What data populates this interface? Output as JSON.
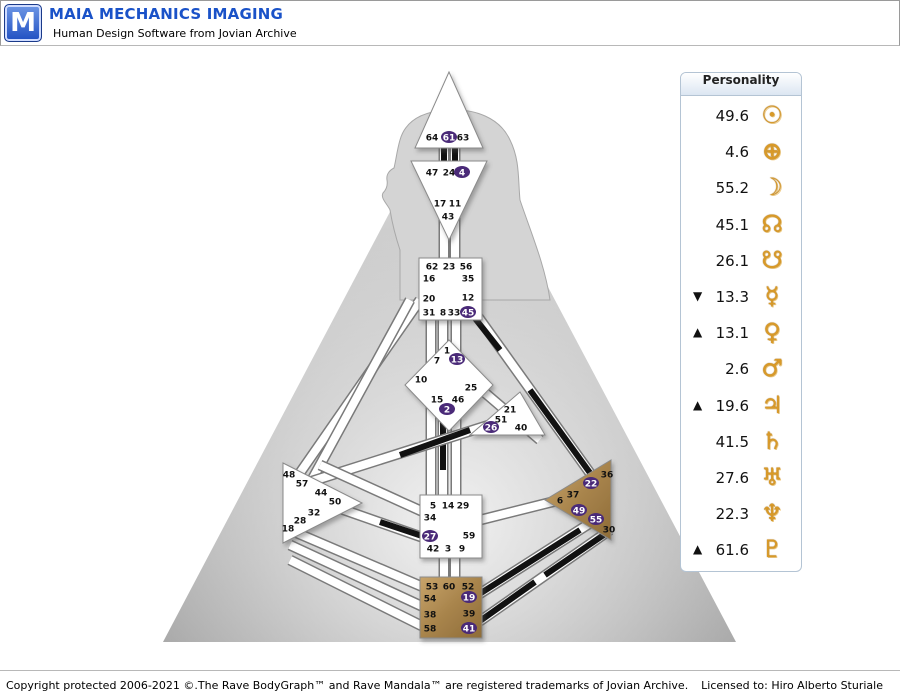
{
  "app": {
    "logo_letter": "M",
    "title": "MAIA MECHANICS IMAGING",
    "subtitle": "Human Design Software from Jovian Archive"
  },
  "footer": {
    "copyright": "Copyright protected 2006-2021 ©.The Rave BodyGraph™ and Rave Mandala™ are registered trademarks of Jovian Archive.",
    "licensed": "Licensed to: Hiro Alberto Sturiale"
  },
  "personality": {
    "title": "Personality",
    "rows": [
      {
        "arrow": "",
        "value": "49.6",
        "icon": "sun-icon",
        "glyph": "☉"
      },
      {
        "arrow": "",
        "value": "4.6",
        "icon": "earth-icon",
        "glyph": "⊕"
      },
      {
        "arrow": "",
        "value": "55.2",
        "icon": "moon-icon",
        "glyph": "☽"
      },
      {
        "arrow": "",
        "value": "45.1",
        "icon": "north-node-icon",
        "glyph": "☊"
      },
      {
        "arrow": "",
        "value": "26.1",
        "icon": "south-node-icon",
        "glyph": "☋"
      },
      {
        "arrow": "▼",
        "value": "13.3",
        "icon": "mercury-icon",
        "glyph": "☿"
      },
      {
        "arrow": "▲",
        "value": "13.1",
        "icon": "venus-icon",
        "glyph": "♀"
      },
      {
        "arrow": "",
        "value": "2.6",
        "icon": "mars-icon",
        "glyph": "♂"
      },
      {
        "arrow": "▲",
        "value": "19.6",
        "icon": "jupiter-icon",
        "glyph": "♃"
      },
      {
        "arrow": "",
        "value": "41.5",
        "icon": "saturn-icon",
        "glyph": "♄"
      },
      {
        "arrow": "",
        "value": "27.6",
        "icon": "uranus-icon",
        "glyph": "♅"
      },
      {
        "arrow": "",
        "value": "22.3",
        "icon": "neptune-icon",
        "glyph": "♆"
      },
      {
        "arrow": "▲",
        "value": "61.6",
        "icon": "pluto-icon",
        "glyph": "♇"
      }
    ]
  },
  "bodygraph": {
    "colors": {
      "defined_center": "#a8844c",
      "active_gate": "#4a2a78",
      "channel_active": "#111111",
      "center": "#ffffff"
    },
    "centers": [
      {
        "id": "head",
        "gates": [
          "64",
          "61",
          "63"
        ],
        "active": [
          "61"
        ],
        "defined": false
      },
      {
        "id": "ajna",
        "gates": [
          "47",
          "24",
          "4",
          "17",
          "11",
          "43"
        ],
        "active": [
          "4"
        ],
        "defined": false
      },
      {
        "id": "throat",
        "gates": [
          "62",
          "23",
          "56",
          "16",
          "35",
          "20",
          "12",
          "31",
          "8",
          "33",
          "45"
        ],
        "active": [
          "45"
        ],
        "defined": false
      },
      {
        "id": "g-center",
        "gates": [
          "1",
          "7",
          "13",
          "10",
          "25",
          "15",
          "46",
          "2"
        ],
        "active": [
          "13",
          "2"
        ],
        "defined": false
      },
      {
        "id": "heart",
        "gates": [
          "21",
          "51",
          "26",
          "40"
        ],
        "active": [
          "26"
        ],
        "defined": false
      },
      {
        "id": "spleen",
        "gates": [
          "48",
          "57",
          "44",
          "50",
          "32",
          "28",
          "18"
        ],
        "active": [],
        "defined": false
      },
      {
        "id": "sacral",
        "gates": [
          "5",
          "14",
          "29",
          "34",
          "27",
          "59",
          "42",
          "3",
          "9"
        ],
        "active": [
          "27"
        ],
        "defined": false
      },
      {
        "id": "solar-plexus",
        "gates": [
          "36",
          "22",
          "37",
          "6",
          "49",
          "55",
          "30"
        ],
        "active": [
          "22",
          "49",
          "55"
        ],
        "defined": true
      },
      {
        "id": "root",
        "gates": [
          "53",
          "60",
          "52",
          "54",
          "19",
          "38",
          "39",
          "58",
          "41"
        ],
        "active": [
          "19",
          "41"
        ],
        "defined": true
      }
    ]
  }
}
